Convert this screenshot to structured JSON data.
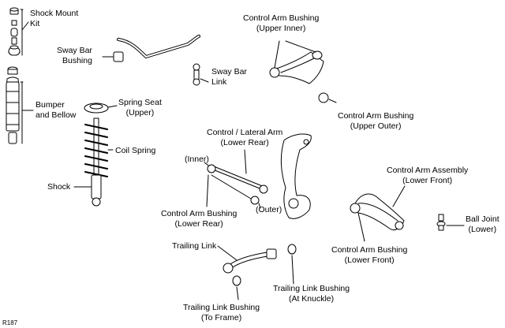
{
  "labels": {
    "shock_mount_kit": "Shock Mount\nKit",
    "sway_bar_bushing": "Sway Bar\nBushing",
    "sway_bar_link": "Sway Bar\nLink",
    "ca_bushing_upper_inner": "Control Arm Bushing\n(Upper Inner)",
    "ca_bushing_upper_outer": "Control Arm Bushing\n(Upper Outer)",
    "bumper_and_bellow": "Bumper\nand Bellow",
    "spring_seat_upper": "Spring Seat\n(Upper)",
    "coil_spring": "Coil Spring",
    "shock": "Shock",
    "control_lateral_arm": "Control / Lateral Arm\n(Lower Rear)",
    "inner": "(Inner)",
    "outer": "(Outer)",
    "ca_bushing_lower_rear": "Control Arm Bushing\n(Lower Rear)",
    "ca_assembly_lower_front": "Control Arm Assembly\n(Lower Front)",
    "ball_joint_lower": "Ball Joint\n(Lower)",
    "ca_bushing_lower_front": "Control Arm Bushing\n(Lower Front)",
    "trailing_link": "Trailing Link",
    "trailing_link_bushing_knuckle": "Trailing Link Bushing\n(At Knuckle)",
    "trailing_link_bushing_frame": "Trailing Link Bushing\n(To Frame)",
    "figure_code": "R187"
  }
}
